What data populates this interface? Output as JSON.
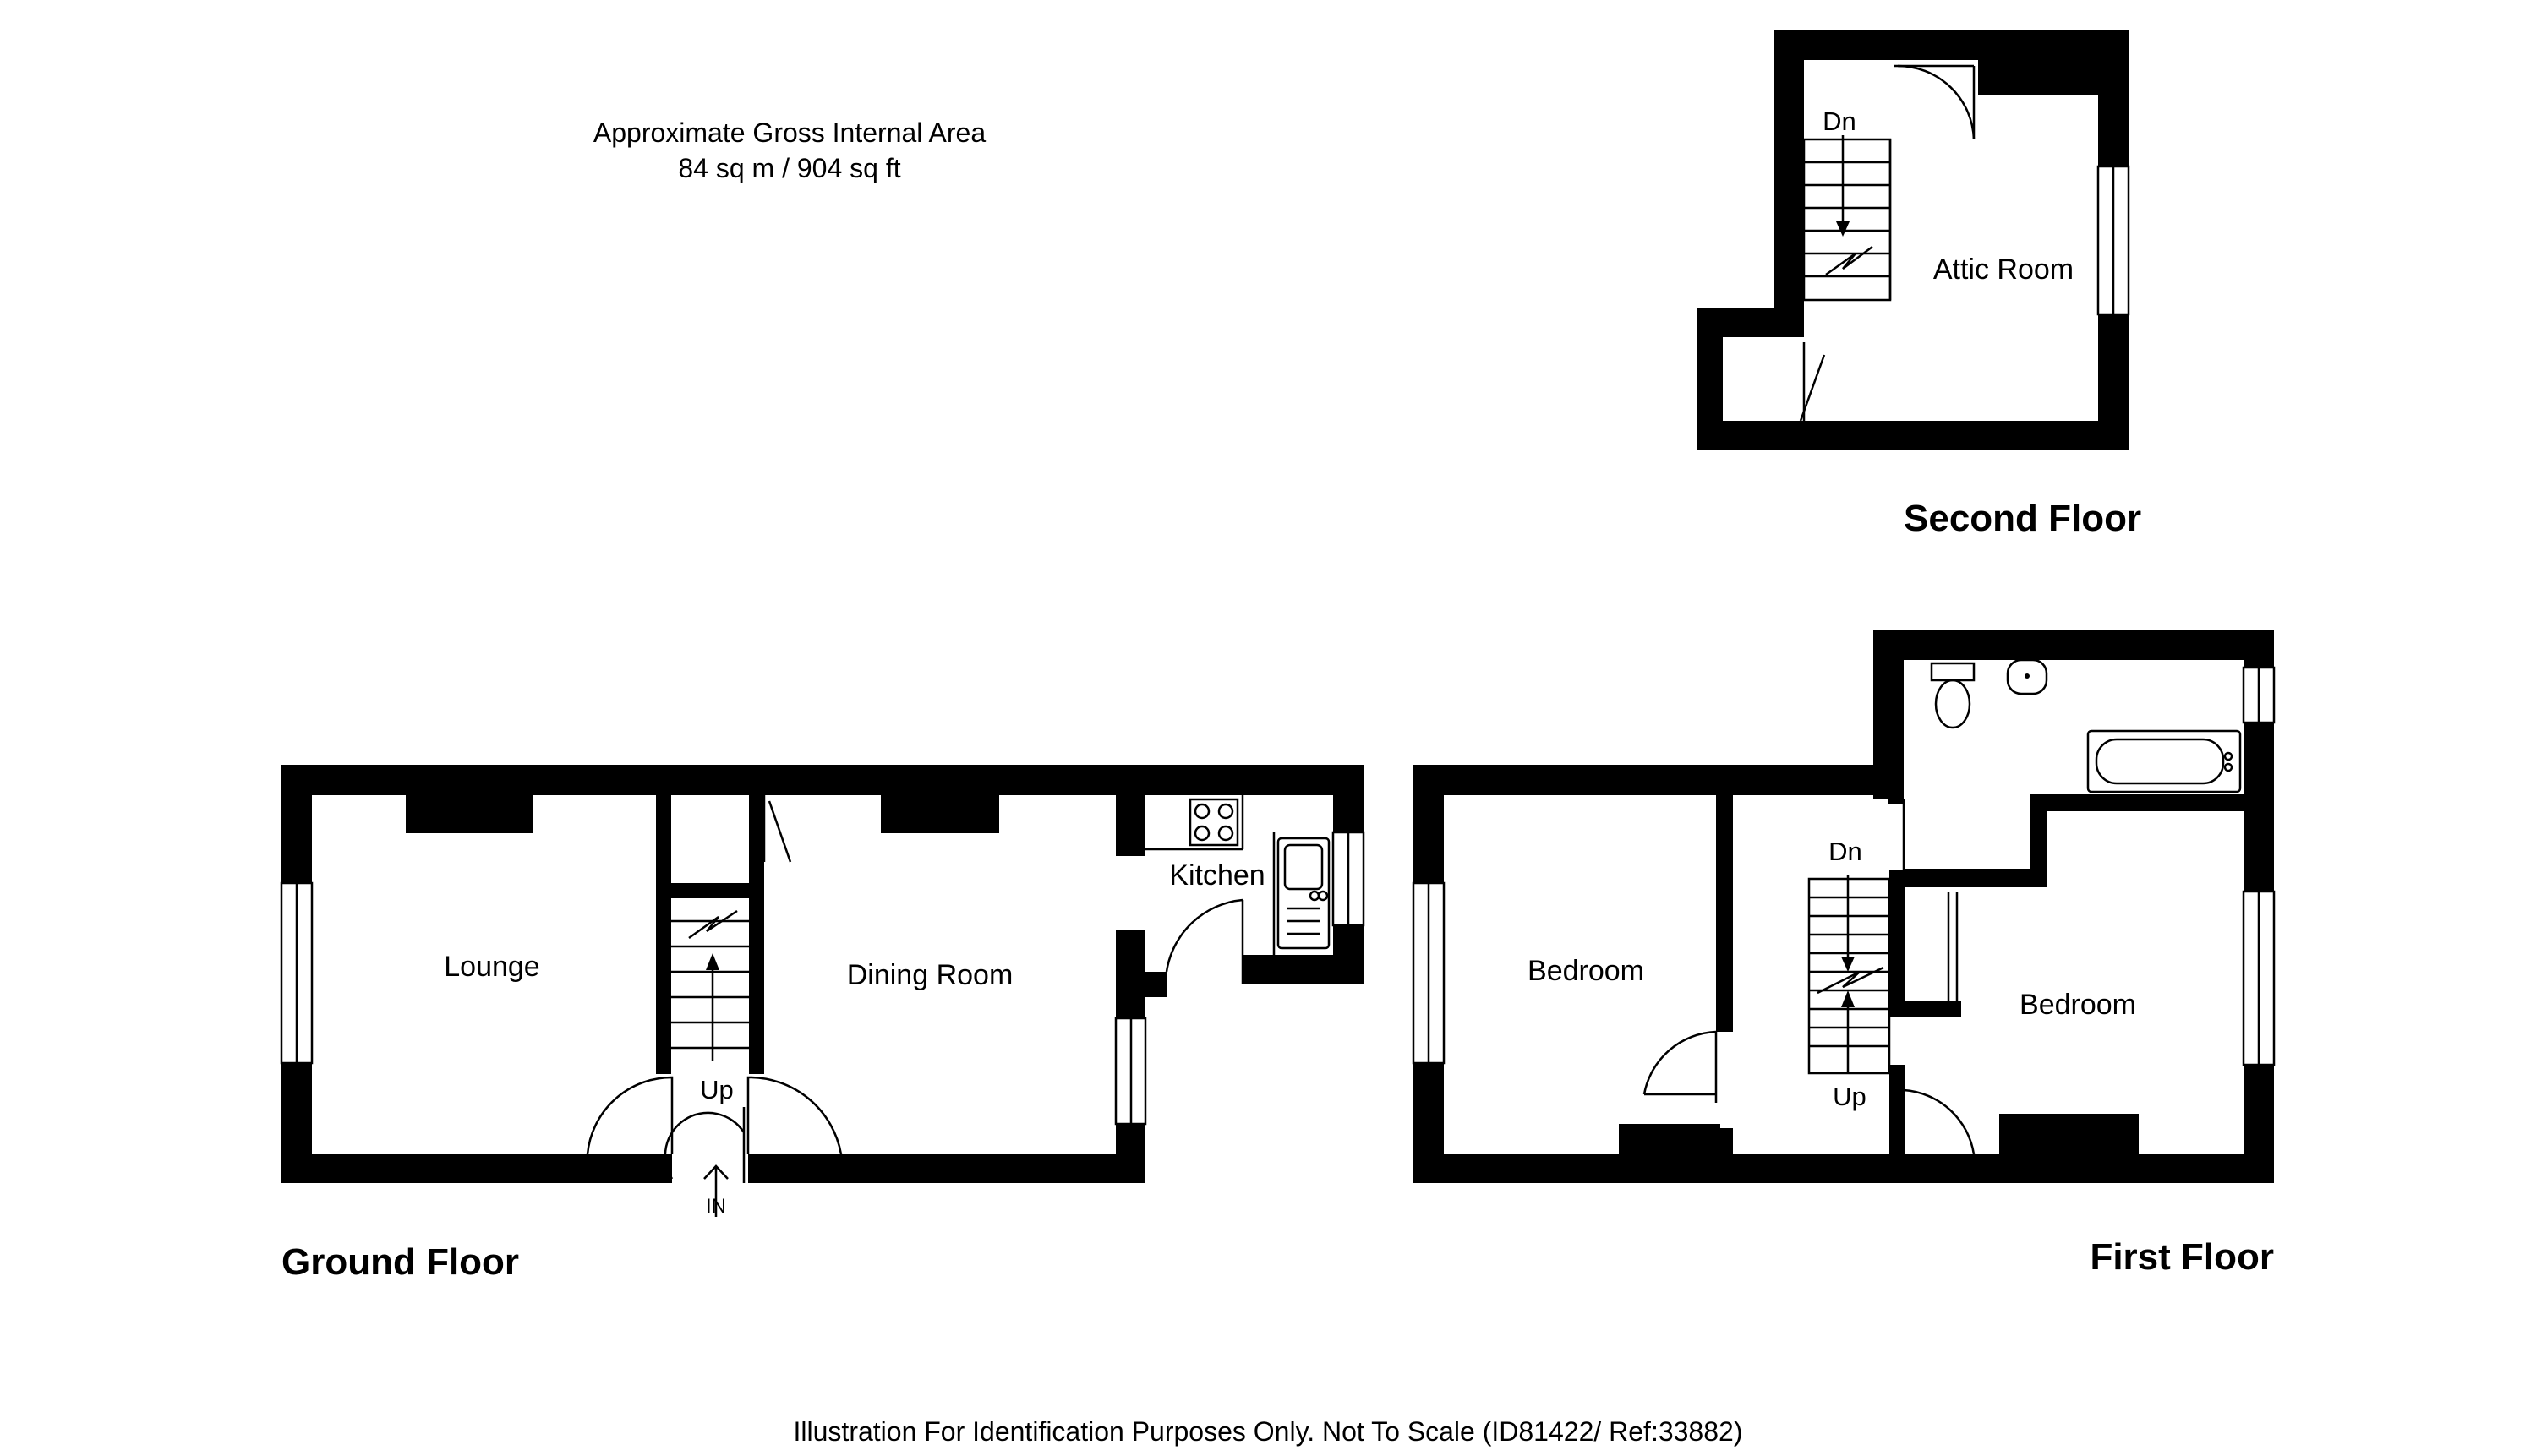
{
  "header": {
    "area_title": "Approximate Gross Internal Area",
    "area_value": "84 sq m / 904 sq ft"
  },
  "floors": {
    "ground": {
      "label": "Ground Floor",
      "rooms": {
        "lounge": "Lounge",
        "dining": "Dining Room",
        "kitchen": "Kitchen"
      },
      "stairs_label": "Up",
      "entrance_label": "IN"
    },
    "first": {
      "label": "First Floor",
      "rooms": {
        "bedroom_left": "Bedroom",
        "bedroom_right": "Bedroom"
      },
      "stairs_down_label": "Dn",
      "stairs_up_label": "Up"
    },
    "second": {
      "label": "Second  Floor",
      "rooms": {
        "attic": "Attic Room"
      },
      "stairs_label": "Dn"
    }
  },
  "footer": {
    "disclaimer": "Illustration For Identification Purposes Only. Not To Scale (ID81422/ Ref:33882)"
  }
}
